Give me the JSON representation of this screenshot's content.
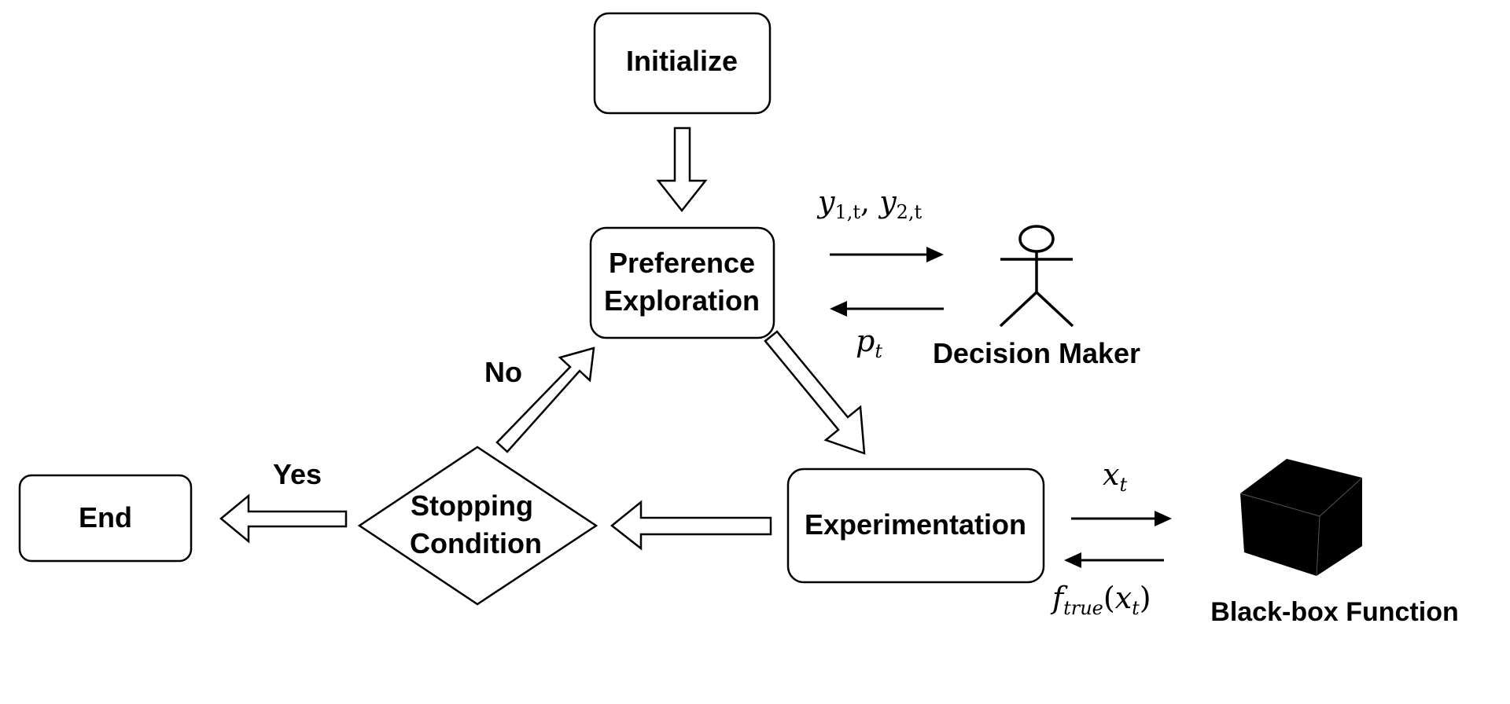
{
  "nodes": {
    "initialize": "Initialize",
    "preference_line1": "Preference",
    "preference_line2": "Exploration",
    "experimentation": "Experimentation",
    "stopping_line1": "Stopping",
    "stopping_line2": "Condition",
    "end": "End"
  },
  "edge_labels": {
    "yes": "Yes",
    "no": "No"
  },
  "actors": {
    "decision_maker": "Decision Maker",
    "black_box": "Black-box Function"
  },
  "math": {
    "y_main1": "y",
    "y_sub1": "1,t",
    "y_sep": ", ",
    "y_main2": "y",
    "y_sub2": "2,t",
    "p_main": "p",
    "p_sub": "t",
    "x_main": "x",
    "x_sub": "t",
    "f_main": "f",
    "f_sub": "true",
    "f_arg_open": "(",
    "f_arg_main": "x",
    "f_arg_sub": "t",
    "f_arg_close": ")"
  }
}
